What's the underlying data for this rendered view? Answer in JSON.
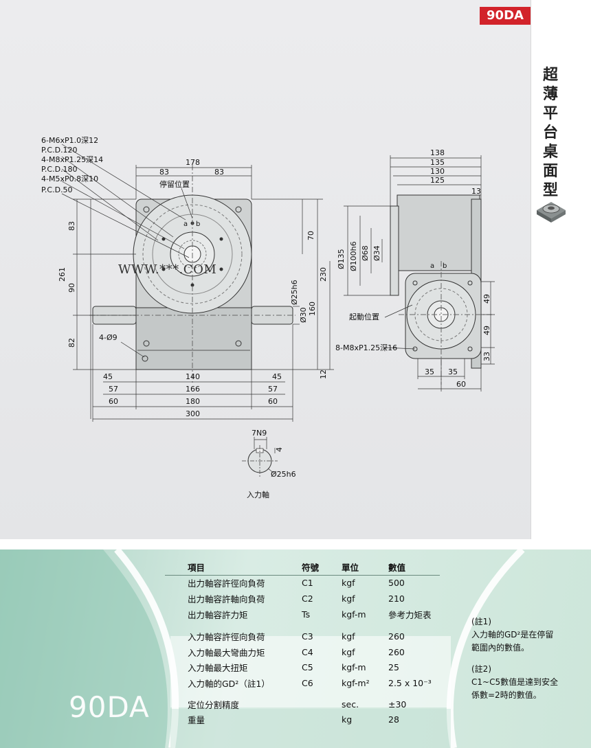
{
  "header": {
    "model_tag": "90DA",
    "vertical_title": [
      "超",
      "薄",
      "平",
      "台",
      "桌",
      "面",
      "型"
    ]
  },
  "drawing": {
    "callouts": {
      "hole1": "6-M6xP1.0深12",
      "pcd1": "P.C.D.120",
      "hole2": "4-M8xP1.25深14",
      "pcd2": "P.C.D.180",
      "hole3": "4-M5xP0.8深10",
      "pcd3": "P.C.D.50",
      "stop_pos": "停留位置",
      "start_pos": "起動位置",
      "side_holes": "8-M8xP1.25深16",
      "base_holes": "4-Ø9",
      "ab": [
        "a",
        "b"
      ]
    },
    "front_dims": {
      "top_total": "178",
      "top_half_l": "83",
      "top_half_r": "83",
      "left_83": "83",
      "left_261": "261",
      "left_90": "90",
      "left_82": "82",
      "right_70": "70",
      "right_230": "230",
      "right_160": "160",
      "right_12": "12",
      "shaft_25h6": "Ø25h6",
      "shaft_30": "Ø30",
      "b45l": "45",
      "b140": "140",
      "b45r": "45",
      "b57l": "57",
      "b166": "166",
      "b57r": "57",
      "b60l": "60",
      "b180": "180",
      "b60r": "60",
      "b300": "300"
    },
    "side_dims": {
      "t138": "138",
      "t135": "135",
      "t130": "130",
      "t125": "125",
      "t13": "13",
      "d135": "Ø135",
      "d100": "Ø100h6",
      "d68": "Ø68",
      "d34": "Ø34",
      "r49a": "49",
      "r49b": "49",
      "r33": "33",
      "b35l": "35",
      "b35r": "35",
      "b60": "60"
    },
    "input_shaft": {
      "key": "7N9",
      "depth": "4",
      "dia": "Ø25h6",
      "label": "入力軸"
    },
    "watermark": "WWW.***.COM"
  },
  "table": {
    "big_model": "90DA",
    "headers": [
      "項目",
      "符號",
      "單位",
      "數值"
    ],
    "rows": [
      [
        "出力軸容許徑向負荷",
        "C1",
        "kgf",
        "500"
      ],
      [
        "出力軸容許軸向負荷",
        "C2",
        "kgf",
        "210"
      ],
      [
        "出力軸容許力矩",
        "Ts",
        "kgf-m",
        "參考力矩表"
      ],
      [
        "入力軸容許徑向負荷",
        "C3",
        "kgf",
        "260"
      ],
      [
        "入力軸最大彎曲力矩",
        "C4",
        "kgf",
        "260"
      ],
      [
        "入力軸最大扭矩",
        "C5",
        "kgf-m",
        "25"
      ],
      [
        "入力軸的GD²（註1）",
        "C6",
        "kgf-m²",
        "2.5 x 10⁻³"
      ],
      [
        "定位分割精度",
        "",
        "sec.",
        "±30"
      ],
      [
        "重量",
        "",
        "kg",
        "28"
      ]
    ],
    "notes": {
      "n1_title": "(註1)",
      "n1_text": "入力軸的GD²是在停留範圍內的數值。",
      "n2_title": "(註2)",
      "n2_text": "C1~C5數值是達到安全係數=2時的數值。"
    }
  }
}
